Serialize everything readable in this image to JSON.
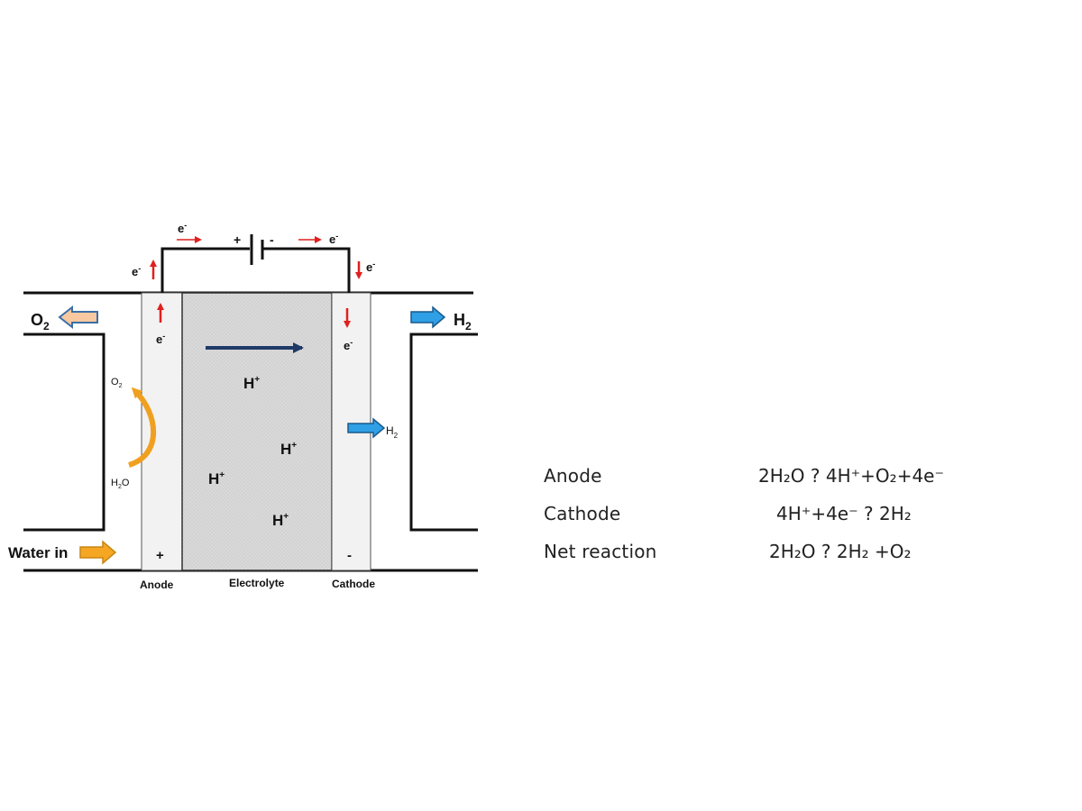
{
  "diagram": {
    "labels": {
      "o2_out": "O",
      "o2_out_sub": "2",
      "h2_out": "H",
      "h2_out_sub": "2",
      "water_in": "Water in",
      "anode": "Anode",
      "electrolyte": "Electrolyte",
      "cathode": "Cathode",
      "plus_battery": "+",
      "minus_battery": "-",
      "plus_electrode": "+",
      "minus_electrode": "-",
      "electron": "e",
      "electron_sup": "-",
      "proton": "H",
      "proton_sup": "+",
      "o2_small": "O",
      "o2_small_sub": "2",
      "h2o_small": "H",
      "h2o_small_sub": "2",
      "h2o_small_o": "O",
      "h2_cathode": "H",
      "h2_cathode_sub": "2"
    },
    "colors": {
      "electron_arrow": "#e0201e",
      "proton_arrow": "#1f3a68",
      "o2_arrow": "#f8c9a0",
      "h2_arrow": "#2f9fe6",
      "water_arrow": "#f5a623",
      "electrolyte_fill": "#d9d9d9",
      "electrode_fill": "#f2f2f2"
    }
  },
  "equations": [
    {
      "name": "Anode",
      "expr": "2H₂O ?   4H⁺+O₂+4e⁻"
    },
    {
      "name": "Cathode",
      "expr": "4H⁺+4e⁻ ?   2H₂"
    },
    {
      "name": "Net reaction",
      "expr": "2H₂O ?   2H₂ +O₂"
    }
  ]
}
